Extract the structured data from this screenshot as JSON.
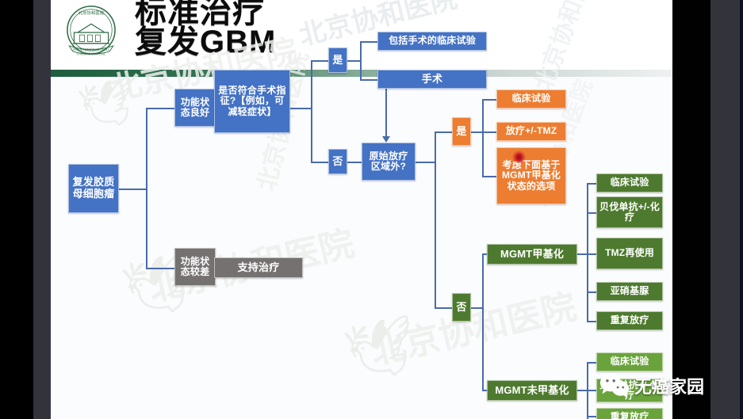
{
  "slide": {
    "title_line1": "标准治疗",
    "title_line2": "复发GBM",
    "emblem_name": "peking-union-medical-college-hospital-emblem",
    "watermark_text": "北京协和医院",
    "accent_colors": {
      "blue": "#4472c4",
      "orange": "#ed7d31",
      "green_dark": "#4e7a2f",
      "green_light": "#6aa33c",
      "gray": "#767171",
      "rule_green": "#1d5e3f",
      "marker_red": "#c01c1c"
    }
  },
  "flow": {
    "root": "复发胶质母细胞瘤",
    "branch_good": "功能状态良好",
    "branch_poor": "功能状态较差",
    "supportive_care": "支持治疗",
    "surgery_question": "是否符合手术指征?【例如，可减轻症状】",
    "yes_1": "是",
    "no_1": "否",
    "trial_with_surgery": "包括手术的临床试验",
    "surgery": "手术",
    "outside_rt_field": "原始放疗区域外?",
    "yes_2": "是",
    "no_2": "否",
    "orange_options": [
      "临床试验",
      "放疗+/-TMZ",
      "考虑下面基于MGMT甲基化状态的选项"
    ],
    "orange_option_3_pre": "考",
    "orange_option_3_post": "下面基于MGMT甲基化状态的选项",
    "mgmt_methylated": "MGMT甲基化",
    "mgmt_methylated_options": [
      "临床试验",
      "贝伐单抗+/-化疗",
      "TMZ再使用",
      "亚硝基脲",
      "重复放疗"
    ],
    "mgmt_unmethylated": "MGMT未甲基化",
    "mgmt_unmethylated_options": [
      "临床试验",
      "贝伐单抗+/-化疗",
      "重复放疗"
    ]
  },
  "overlay": {
    "wechat_account": "无癌家园",
    "wechat_icon": "wechat-logo-icon"
  }
}
